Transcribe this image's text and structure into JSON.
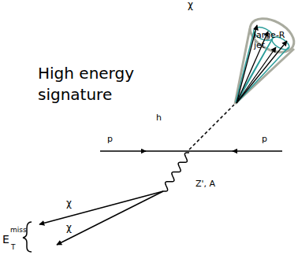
{
  "diagram": {
    "title": "High energy signature",
    "labels": [
      "χ",
      "large-R jet",
      "h",
      "p",
      "p",
      "Z', A",
      "χ",
      "χ",
      "E",
      "T",
      "miss"
    ]
  }
}
